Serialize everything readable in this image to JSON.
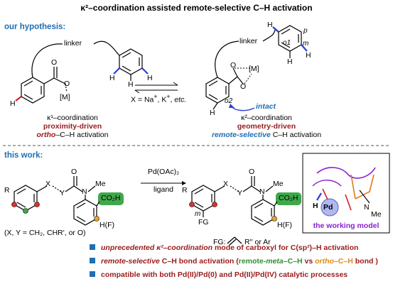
{
  "title": "κ²–coordination assisted remote-selective C–H activation",
  "hypothesis": {
    "heading": "our hypothesis:",
    "linker": "linker",
    "metal": "[M]",
    "H": "H",
    "o1": "o1",
    "o2": "o2",
    "p": "p",
    "m": "m",
    "intact": "intact",
    "conditions_prefix": "X = Na",
    "conditions_rest": ", K",
    "conditions_etc": "etc.",
    "left": {
      "coordination": "κ¹–coordination",
      "driver": "proximity-driven",
      "selectivity_em": "ortho",
      "selectivity_rest": "–C–H activation"
    },
    "right": {
      "coordination": "κ²–coordination",
      "driver": "geometry-driven",
      "selectivity_em": "remote-selective",
      "selectivity_rest": " C–H activation"
    }
  },
  "thiswork": {
    "heading": "this work:",
    "R": "R",
    "X": "X",
    "Y": "Y",
    "N": "N",
    "Me": "Me",
    "O": "O",
    "acid": "CO₂H",
    "HF": "H(F)",
    "reagent": "Pd(OAc)₂",
    "ligand": "ligand",
    "xy_note": "(X, Y = CH₂, CHR', or O)",
    "FG": "FG",
    "fg_note": "FG:",
    "fg_note_rest": "R'' or Ar",
    "model_caption": "the working model",
    "Pd": "Pd"
  },
  "bullets": [
    {
      "pre": "unprecedented ",
      "em": "κ²–coordination",
      "post": " mode of carboxyl for C(sp²)–H activation"
    },
    {
      "em2": "remote-selective",
      "post2": " C–H bond activation (",
      "g1": "remote-",
      "g2": "meta",
      "g3": "–C–H",
      "vs": " vs ",
      "o1": "ortho",
      "o2": "–C–H",
      "end": " bond )"
    },
    {
      "text": "compatible with both Pd(II)/Pd(0) and Pd(II)/Pd(IV) catalytic processes"
    }
  ],
  "colors": {
    "blue": "#1f6fb3",
    "red": "#9b1b1b",
    "orange": "#e08a1a",
    "green": "#2f8f2f",
    "acid_fill": "#3fa84a",
    "purple": "#8a1fd1",
    "bond_blue": "#2b3fd6"
  }
}
